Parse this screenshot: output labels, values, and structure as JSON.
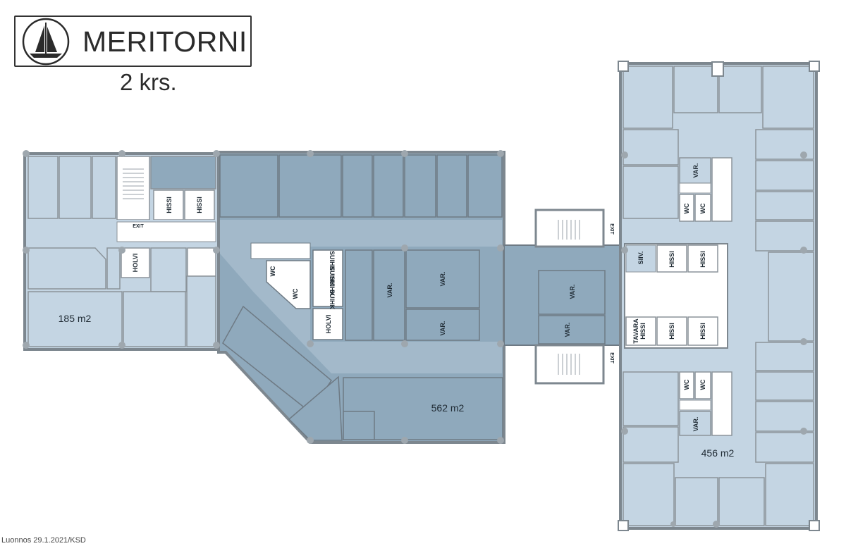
{
  "header": {
    "brand": "MERITORNI",
    "floor": "2 krs."
  },
  "labels": {
    "hissi": "HISSI",
    "holvi": "HOLVI",
    "wc": "WC",
    "var": "VAR.",
    "suihk": "SUIHK",
    "siiv": "SIIV.",
    "tavara": "TAVARA",
    "exit": "EXIT"
  },
  "areas": {
    "west": "185 m2",
    "center": "562 m2",
    "tower": "456 m2"
  },
  "footer": {
    "note": "Luonnos 29.1.2021/KSD"
  },
  "colors": {
    "light_room": "#c4d5e3",
    "dark_room": "#8fa9bc",
    "corridor": "#a9bfd1",
    "wall": "#8b939a"
  }
}
